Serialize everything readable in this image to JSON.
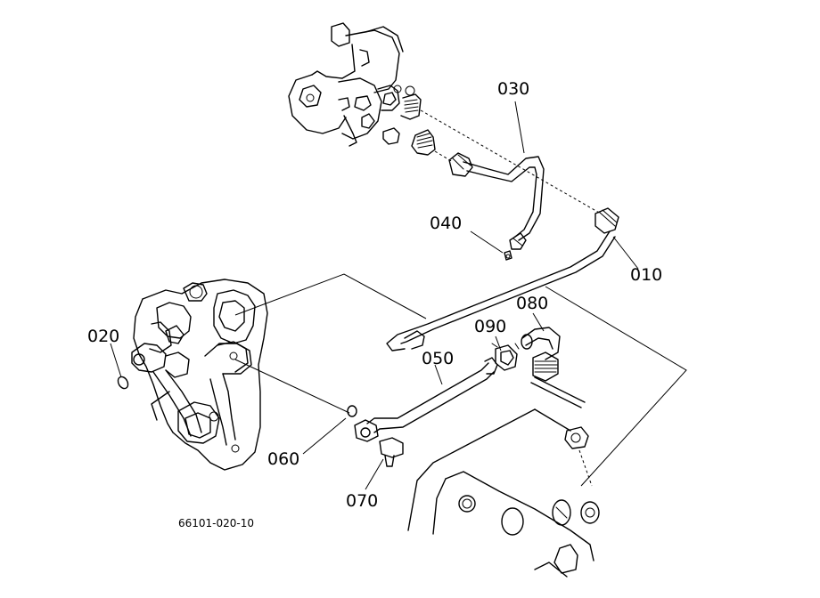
{
  "callouts": {
    "p010": "010",
    "p020": "020",
    "p030": "030",
    "p040": "040",
    "p050": "050",
    "p060": "060",
    "p070": "070",
    "p080": "080",
    "p090": "090"
  },
  "reference_code": "66101-020-10",
  "colors": {
    "ink": "#000000",
    "paper": "#ffffff"
  }
}
